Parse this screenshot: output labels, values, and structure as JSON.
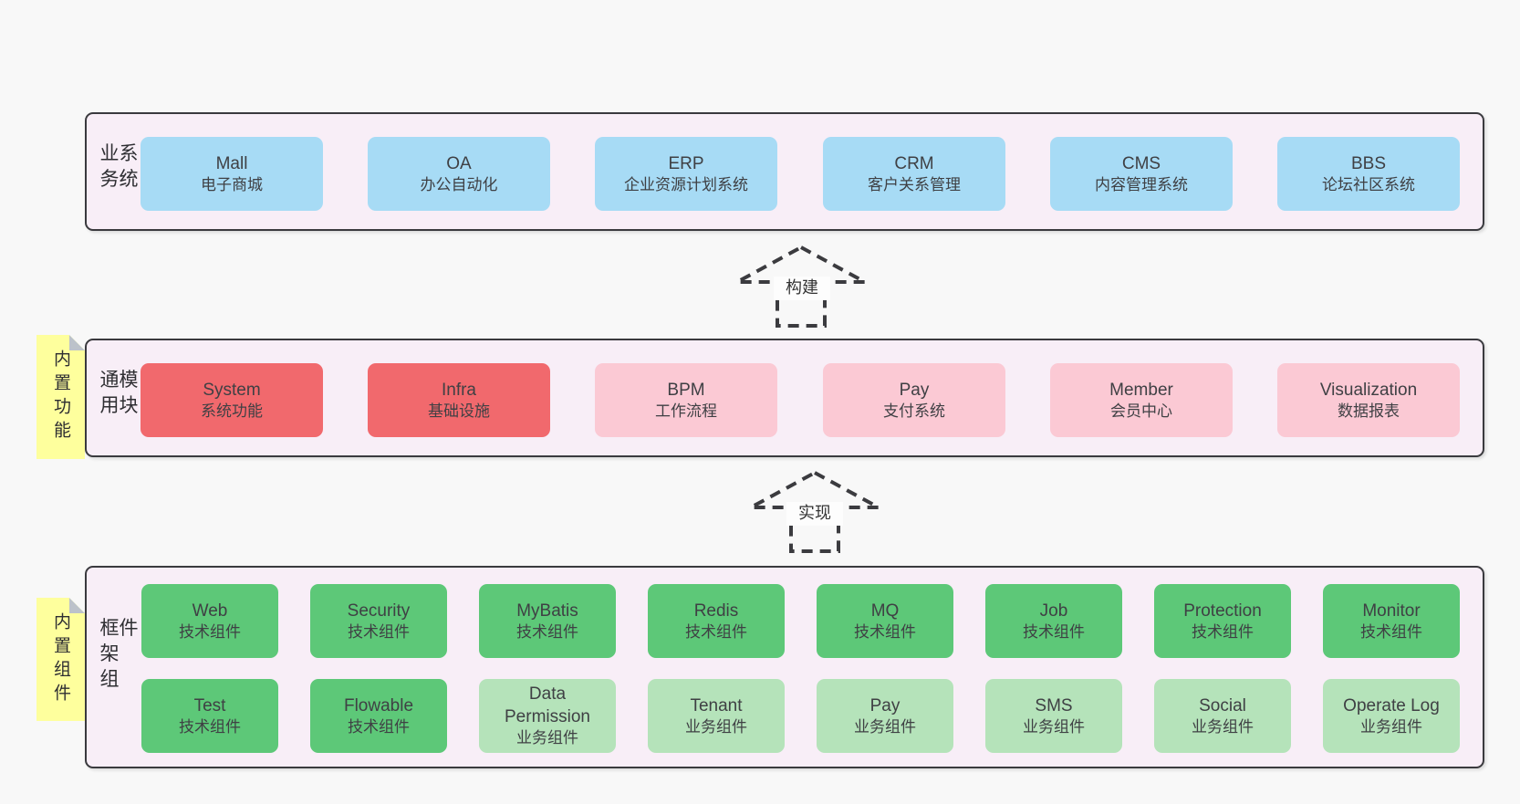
{
  "palette": {
    "page_bg": "#f8f8f8",
    "layer_bg": "#f8eef7",
    "layer_border": "#3a3a3e",
    "blue_box": "#a7dbf5",
    "red_box": "#f1696d",
    "pink_box": "#fbc9d4",
    "green_box": "#5dc878",
    "light_green_box": "#b5e3ba",
    "sticky_note": "#feff9d",
    "note_fold": "#bcc2ca",
    "text": "#3f4044",
    "arrow_stroke": "#3b3b3f"
  },
  "layers": {
    "business": {
      "label": "业务系统",
      "boxes": [
        {
          "title": "Mall",
          "subtitle": "电子商城"
        },
        {
          "title": "OA",
          "subtitle": "办公自动化"
        },
        {
          "title": "ERP",
          "subtitle": "企业资源计划系统"
        },
        {
          "title": "CRM",
          "subtitle": "客户关系管理"
        },
        {
          "title": "CMS",
          "subtitle": "内容管理系统"
        },
        {
          "title": "BBS",
          "subtitle": "论坛社区系统"
        }
      ]
    },
    "common": {
      "label": "通用模块",
      "note": "内置功能",
      "boxes": [
        {
          "title": "System",
          "subtitle": "系统功能"
        },
        {
          "title": "Infra",
          "subtitle": "基础设施"
        },
        {
          "title": "BPM",
          "subtitle": "工作流程"
        },
        {
          "title": "Pay",
          "subtitle": "支付系统"
        },
        {
          "title": "Member",
          "subtitle": "会员中心"
        },
        {
          "title": "Visualization",
          "subtitle": "数据报表"
        }
      ]
    },
    "framework": {
      "label": "框架组件",
      "note": "内置组件",
      "row1": [
        {
          "title": "Web",
          "subtitle": "技术组件"
        },
        {
          "title": "Security",
          "subtitle": "技术组件"
        },
        {
          "title": "MyBatis",
          "subtitle": "技术组件"
        },
        {
          "title": "Redis",
          "subtitle": "技术组件"
        },
        {
          "title": "MQ",
          "subtitle": "技术组件"
        },
        {
          "title": "Job",
          "subtitle": "技术组件"
        },
        {
          "title": "Protection",
          "subtitle": "技术组件"
        },
        {
          "title": "Monitor",
          "subtitle": "技术组件"
        }
      ],
      "row2": [
        {
          "title": "Test",
          "subtitle": "技术组件"
        },
        {
          "title": "Flowable",
          "subtitle": "技术组件"
        },
        {
          "title": "Data Permission",
          "subtitle": "业务组件"
        },
        {
          "title": "Tenant",
          "subtitle": "业务组件"
        },
        {
          "title": "Pay",
          "subtitle": "业务组件"
        },
        {
          "title": "SMS",
          "subtitle": "业务组件"
        },
        {
          "title": "Social",
          "subtitle": "业务组件"
        },
        {
          "title": "Operate Log",
          "subtitle": "业务组件"
        }
      ]
    }
  },
  "arrows": {
    "build": "构建",
    "implement": "实现"
  }
}
